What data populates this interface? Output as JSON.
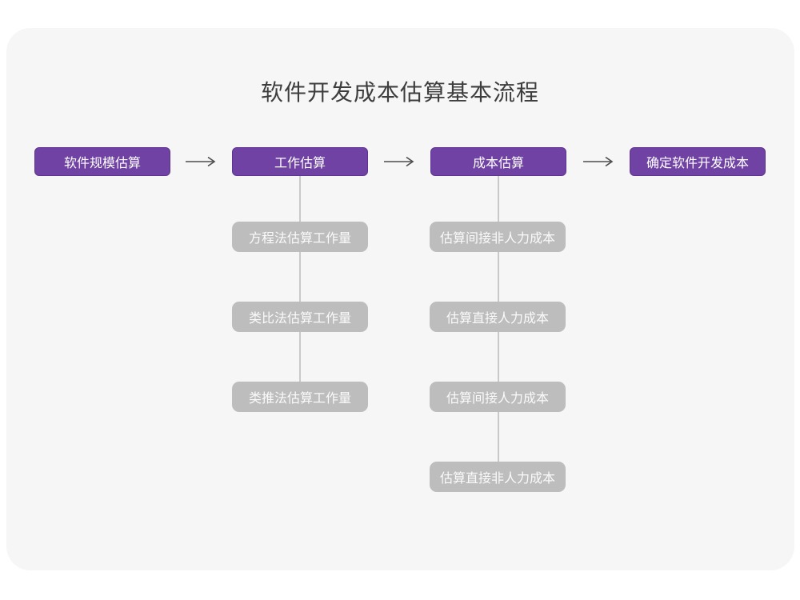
{
  "title": "软件开发成本估算基本流程",
  "colors": {
    "page_background": "#ffffff",
    "card_background": "#f6f6f6",
    "stage_fill": "#6f42a3",
    "stage_border": "#5d3494",
    "stage_text": "#ffffff",
    "subnode_fill": "#bdbdbd",
    "subnode_text": "#fafafa",
    "connector_line": "#c9c9c9",
    "arrow": "#4d4d4d",
    "title_text": "#3d3d3d"
  },
  "icons": {
    "flow_arrow": "right-arrow-icon"
  },
  "flow": {
    "stages": [
      {
        "label": "软件规模估算",
        "children": []
      },
      {
        "label": "工作估算",
        "children": [
          "方程法估算工作量",
          "类比法估算工作量",
          "类推法估算工作量"
        ]
      },
      {
        "label": "成本估算",
        "children": [
          "估算间接非人力成本",
          "估算直接人力成本",
          "估算间接人力成本",
          "估算直接非人力成本"
        ]
      },
      {
        "label": "确定软件开发成本",
        "children": []
      }
    ]
  }
}
